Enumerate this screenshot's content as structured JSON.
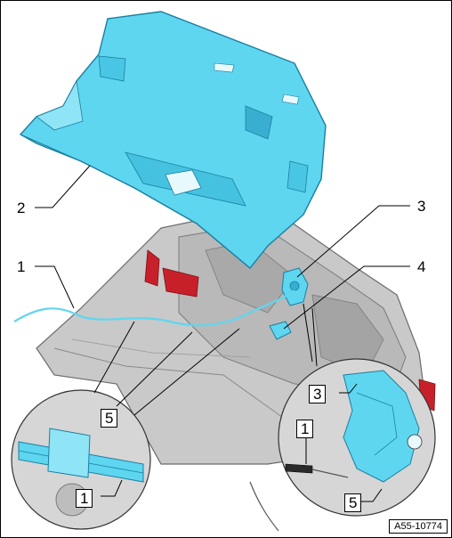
{
  "figure": {
    "reference_code": "A55-10774",
    "callouts": {
      "c1_main": "1",
      "c2_main": "2",
      "c3_main": "3",
      "c4_main": "4",
      "c5_left_inset": "5",
      "c1_left_inset": "1",
      "c3_right_inset": "3",
      "c1_right_inset": "1",
      "c5_right_inset": "5"
    }
  },
  "colors": {
    "trim_panel": "#5fd6f0",
    "trim_panel_edge": "#1a7fa0",
    "body_gray": "#c9c9c9",
    "body_dark": "#8a8a8a",
    "taillight_red": "#c8202a",
    "inset_background": "#d6d6d6"
  }
}
